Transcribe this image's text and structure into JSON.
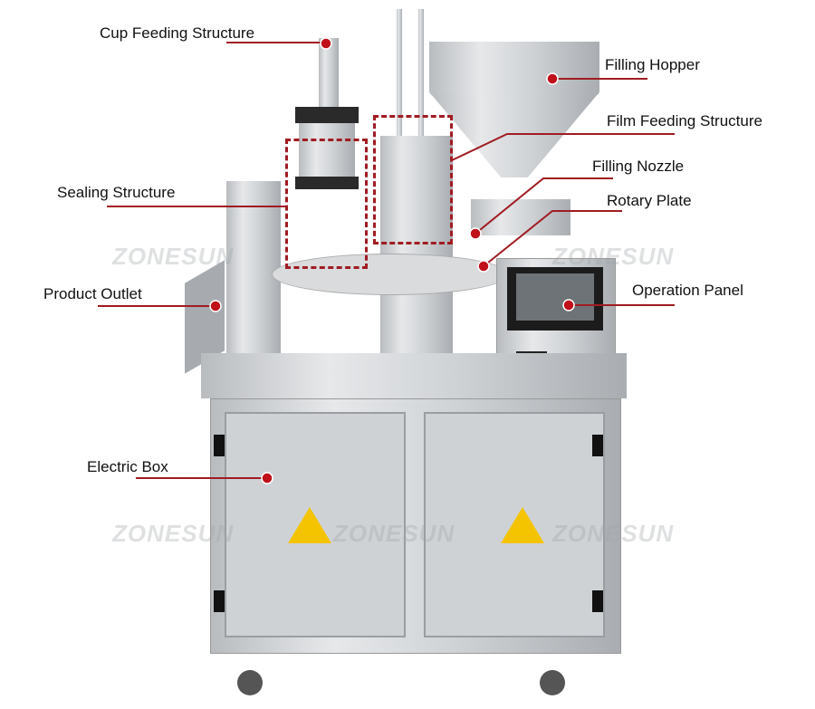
{
  "labels": {
    "cup_feeding": "Cup Feeding Structure",
    "filling_hopper": "Filling Hopper",
    "film_feeding": "Film Feeding Structure",
    "filling_nozzle": "Filling Nozzle",
    "sealing": "Sealing Structure",
    "rotary_plate": "Rotary Plate",
    "product_outlet": "Product Outlet",
    "operation_panel": "Operation Panel",
    "electric_box": "Electric Box"
  },
  "watermark": "ZONESUN",
  "colors": {
    "callout": "#a01c22",
    "marker": "#c0101a"
  }
}
